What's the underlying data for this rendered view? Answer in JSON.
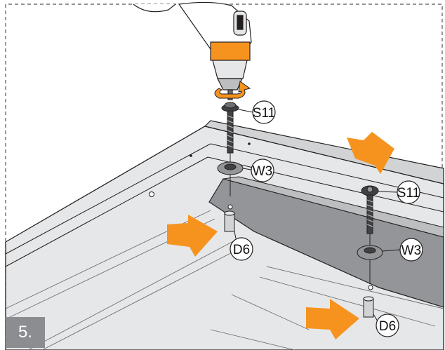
{
  "step": {
    "number": "5."
  },
  "parts": {
    "screw": "S11",
    "washer": "W3",
    "dowel": "D6"
  },
  "colors": {
    "arrow": "#f6931e",
    "panel": "#e6e7e8",
    "channel": "#939598",
    "outline": "#231f20",
    "badge": "#8b8d90"
  },
  "icons": [
    "power-drill-icon",
    "rotation-arrow-icon",
    "insert-arrow-icon"
  ]
}
